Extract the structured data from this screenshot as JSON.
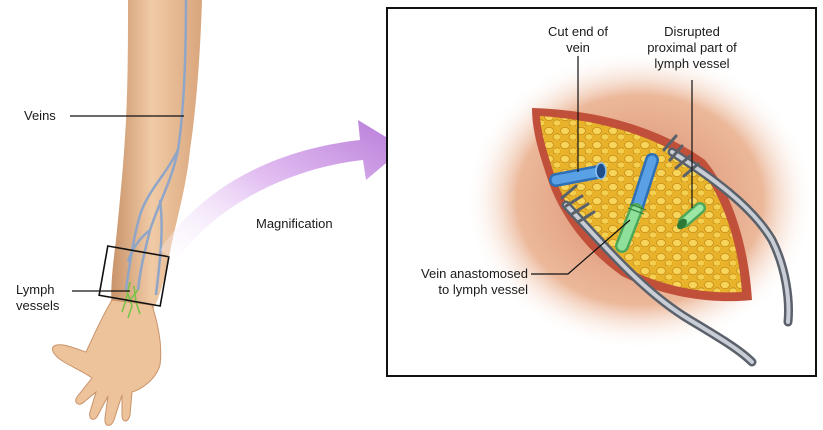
{
  "labels": {
    "veins": "Veins",
    "lymph_line1": "Lymph",
    "lymph_line2": "vessels",
    "magnification": "Magnification",
    "cut_end_line1": "Cut end of",
    "cut_end_line2": "vein",
    "disrupted_line1": "Disrupted",
    "disrupted_line2": "proximal part of",
    "disrupted_line3": "lymph vessel",
    "anastomosed_line1": "Vein anastomosed",
    "anastomosed_line2": "to lymph vessel"
  },
  "colors": {
    "skin": "#e9c09a",
    "skin_shadow": "#c9936a",
    "vein": "#8fa6c8",
    "lymph": "#7cc24a",
    "fat": "#f2c53a",
    "tissue": "#c0503a",
    "vein_end": "#4a8fd6",
    "lymph_end": "#7ed08a",
    "retractor": "#8a9099",
    "arrow": "#c48ae0"
  }
}
